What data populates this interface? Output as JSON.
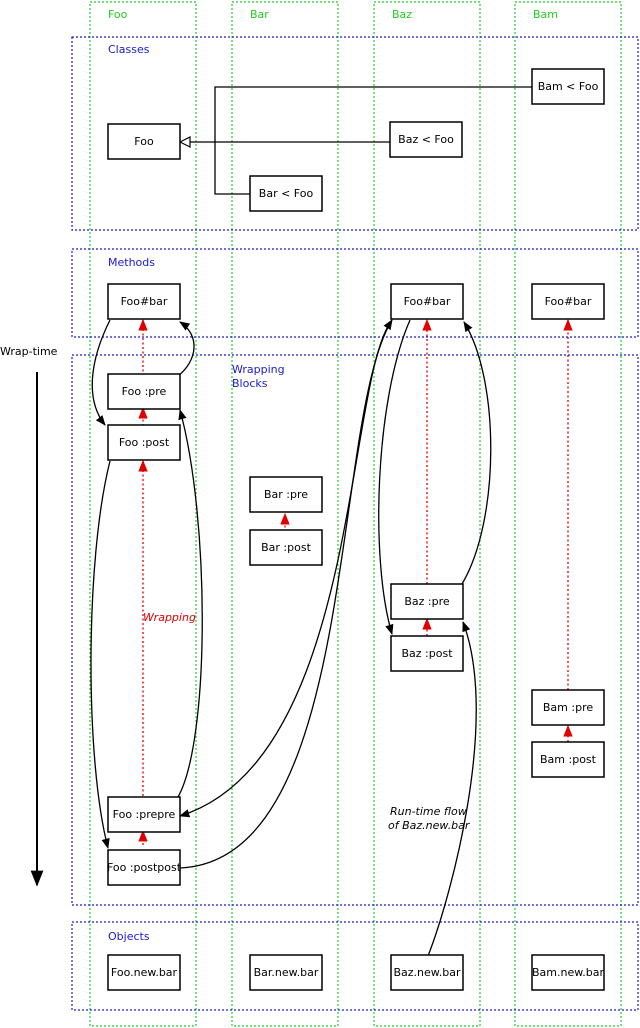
{
  "columns": {
    "foo": "Foo",
    "bar": "Bar",
    "baz": "Baz",
    "bam": "Bam"
  },
  "sections": {
    "classes": "Classes",
    "methods": "Methods",
    "wrapping_line1": "Wrapping",
    "wrapping_line2": "Blocks",
    "objects": "Objects"
  },
  "nodes": {
    "class_foo": "Foo",
    "class_bam": "Bam < Foo",
    "class_baz": "Baz < Foo",
    "class_bar": "Bar < Foo",
    "method_foo": "Foo#bar",
    "method_baz": "Foo#bar",
    "method_bam": "Foo#bar",
    "foo_pre": "Foo :pre",
    "foo_post": "Foo :post",
    "foo_prepre": "Foo :prepre",
    "foo_postpost": "Foo :postpost",
    "bar_pre": "Bar :pre",
    "bar_post": "Bar :post",
    "baz_pre": "Baz :pre",
    "baz_post": "Baz :post",
    "bam_pre": "Bam :pre",
    "bam_post": "Bam  :post",
    "obj_foo": "Foo.new.bar",
    "obj_bar": "Bar.new.bar",
    "obj_baz": "Baz.new.bar",
    "obj_bam": "Bam.new.bar"
  },
  "annotations": {
    "wrap_time": "Wrap-time",
    "wrapping": "Wrapping",
    "runtime_line1": "Run-time flow",
    "runtime_line2": "of Baz.new.bar"
  },
  "colors": {
    "column": "#22cc22",
    "section": "#1a1acc",
    "wrap_arrow": "#e00000",
    "line": "#000000"
  }
}
